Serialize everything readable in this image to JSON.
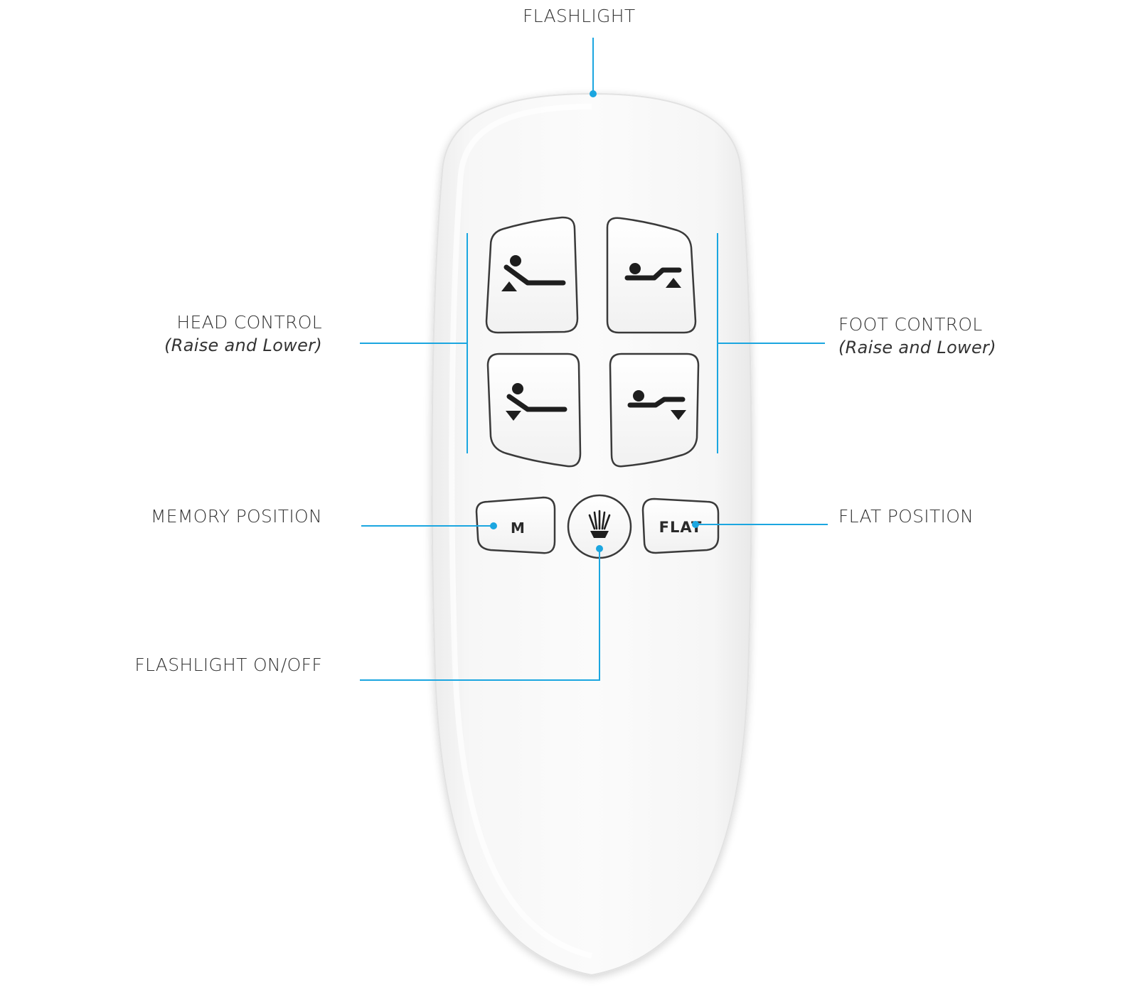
{
  "labels": {
    "flashlight": "FLASHLIGHT",
    "head_control": "HEAD CONTROL",
    "head_control_sub": "(Raise and Lower)",
    "foot_control": "FOOT CONTROL",
    "foot_control_sub": "(Raise and Lower)",
    "memory_position": "MEMORY POSITION",
    "flat_position": "FLAT POSITION",
    "flashlight_on_off": "FLASHLIGHT ON/OFF"
  },
  "buttons": {
    "memory": "M",
    "flat": "FLAT"
  },
  "icons": {
    "head_raise": "head-raise-icon",
    "head_lower": "head-lower-icon",
    "foot_raise": "foot-raise-icon",
    "foot_lower": "foot-lower-icon",
    "flashlight": "flashlight-icon"
  },
  "colors": {
    "leader_line": "#1ba6e0",
    "remote_body": "#f8f8f8",
    "button_outline": "#3a3a3a"
  }
}
